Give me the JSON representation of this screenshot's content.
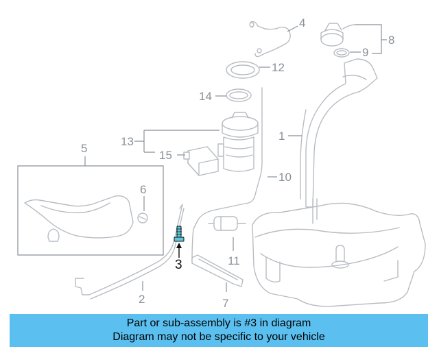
{
  "diagram": {
    "callouts": {
      "c1": "1",
      "c2": "2",
      "c3": "3",
      "c4": "4",
      "c5": "5",
      "c6": "6",
      "c7": "7",
      "c8": "8",
      "c9": "9",
      "c10": "10",
      "c11": "11",
      "c12": "12",
      "c13": "13",
      "c14": "14",
      "c15": "15"
    },
    "highlight_part": "3",
    "highlight_color": "#5bc8dc",
    "line_color": "#b8bcc2"
  },
  "banner": {
    "line1": "Part or sub-assembly is #3 in diagram",
    "line2": "Diagram may not be specific to your vehicle",
    "background": "#5bc0f0"
  }
}
